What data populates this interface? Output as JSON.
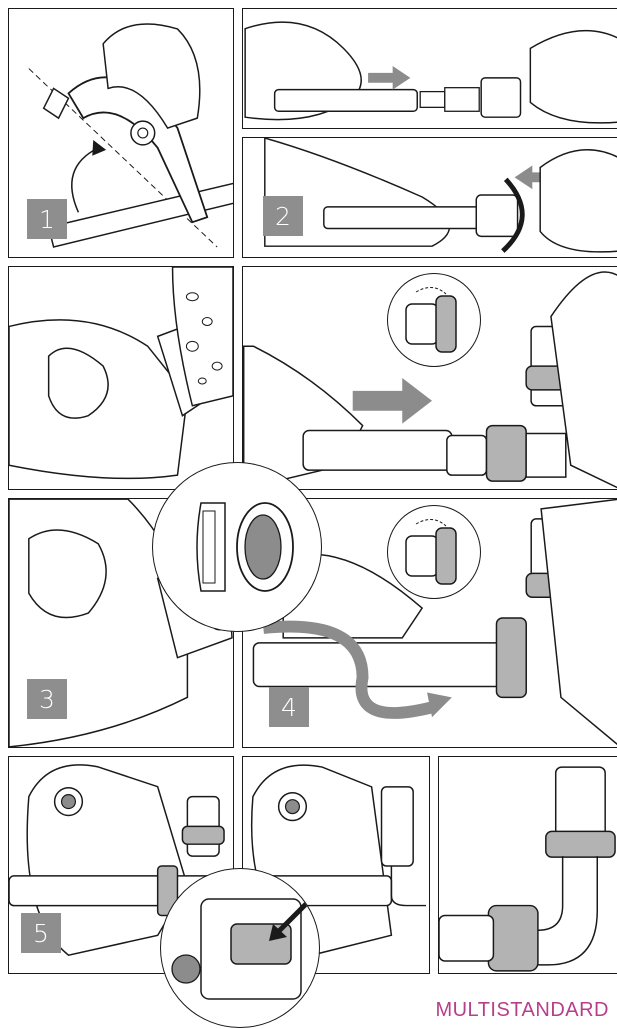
{
  "steps": [
    {
      "number": "1"
    },
    {
      "number": "2"
    },
    {
      "number": "3"
    },
    {
      "number": "4"
    },
    {
      "number": "5"
    }
  ],
  "brand": {
    "text": "MULTISTANDARD",
    "color": "#b63f8b"
  },
  "colors": {
    "line": "#1a1a1a",
    "step_badge": "#8e8e8e",
    "ring": "#b3b3b3",
    "arrow": "#8c8c8c"
  }
}
